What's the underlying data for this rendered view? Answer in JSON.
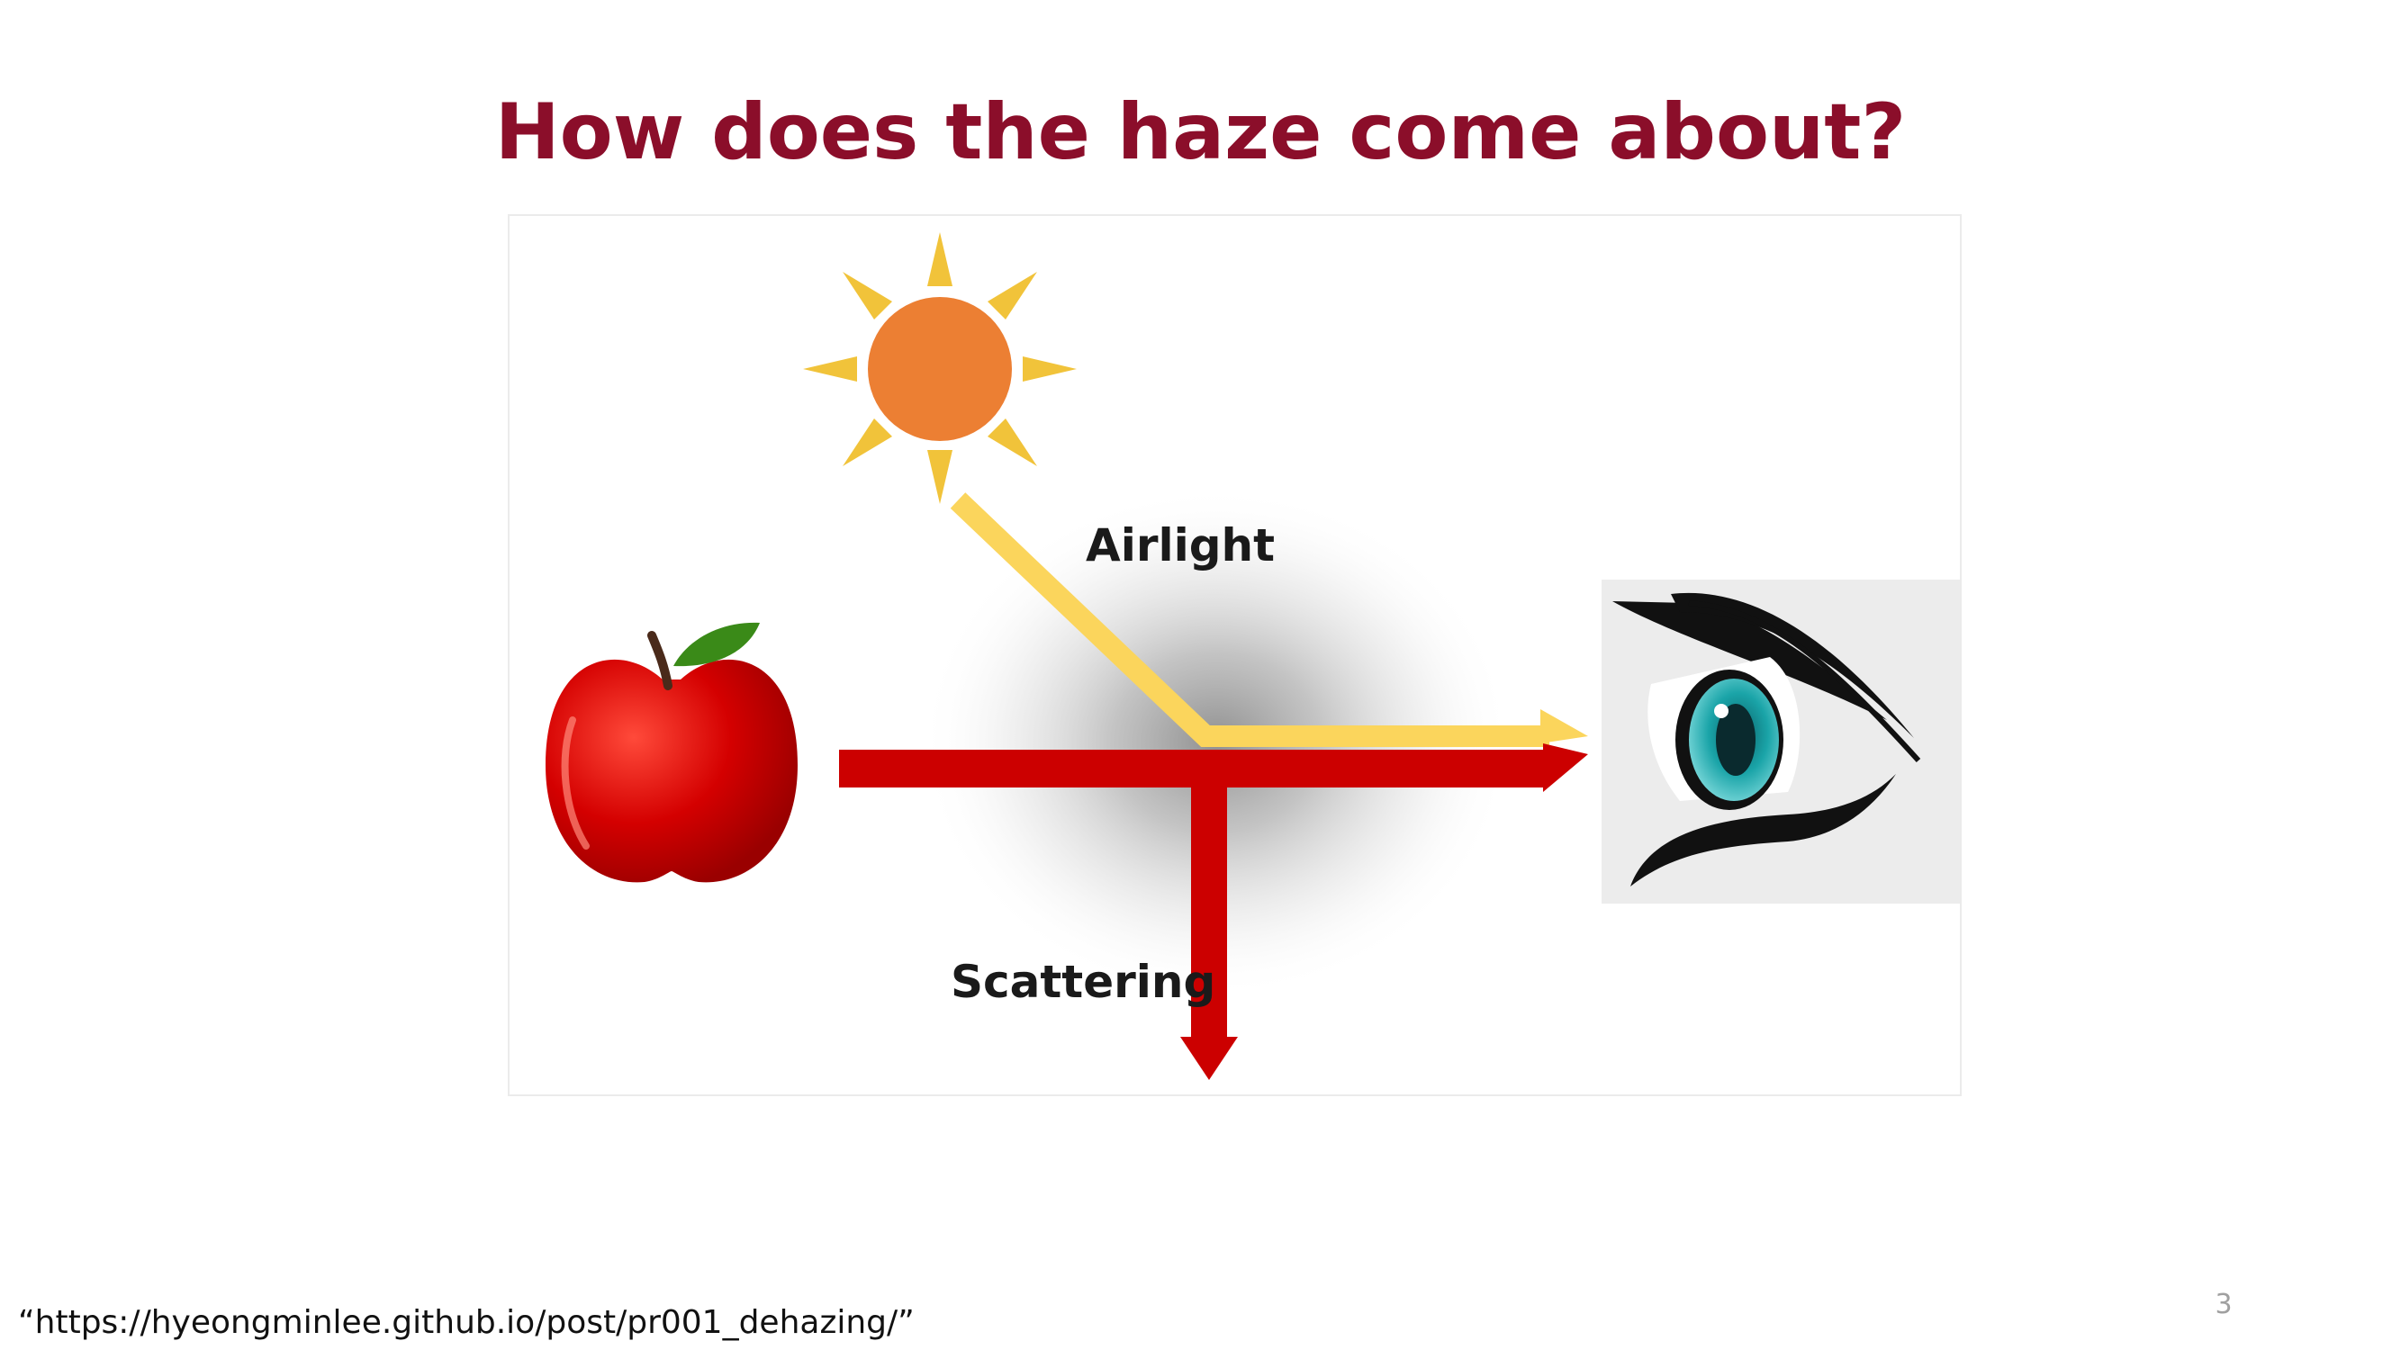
{
  "slide": {
    "title": "How does the haze come about?",
    "page_number": "3"
  },
  "figure": {
    "labels": {
      "airlight": "Airlight",
      "scattering": "Scattering"
    },
    "colors": {
      "sun_core": "#ec7f33",
      "sun_rays": "#f1c33a",
      "airlight_ray": "#fbd55c",
      "object_light": "#cc0000",
      "haze": "#9a9a9a",
      "apple": "#d40000",
      "leaf": "#3a8a18",
      "iris": "#1aa4a8"
    },
    "icons": [
      "sun-icon",
      "apple-icon",
      "eye-icon",
      "haze-cloud"
    ]
  },
  "citation": "“https://hyeongminlee.github.io/post/pr001_dehazing/”"
}
